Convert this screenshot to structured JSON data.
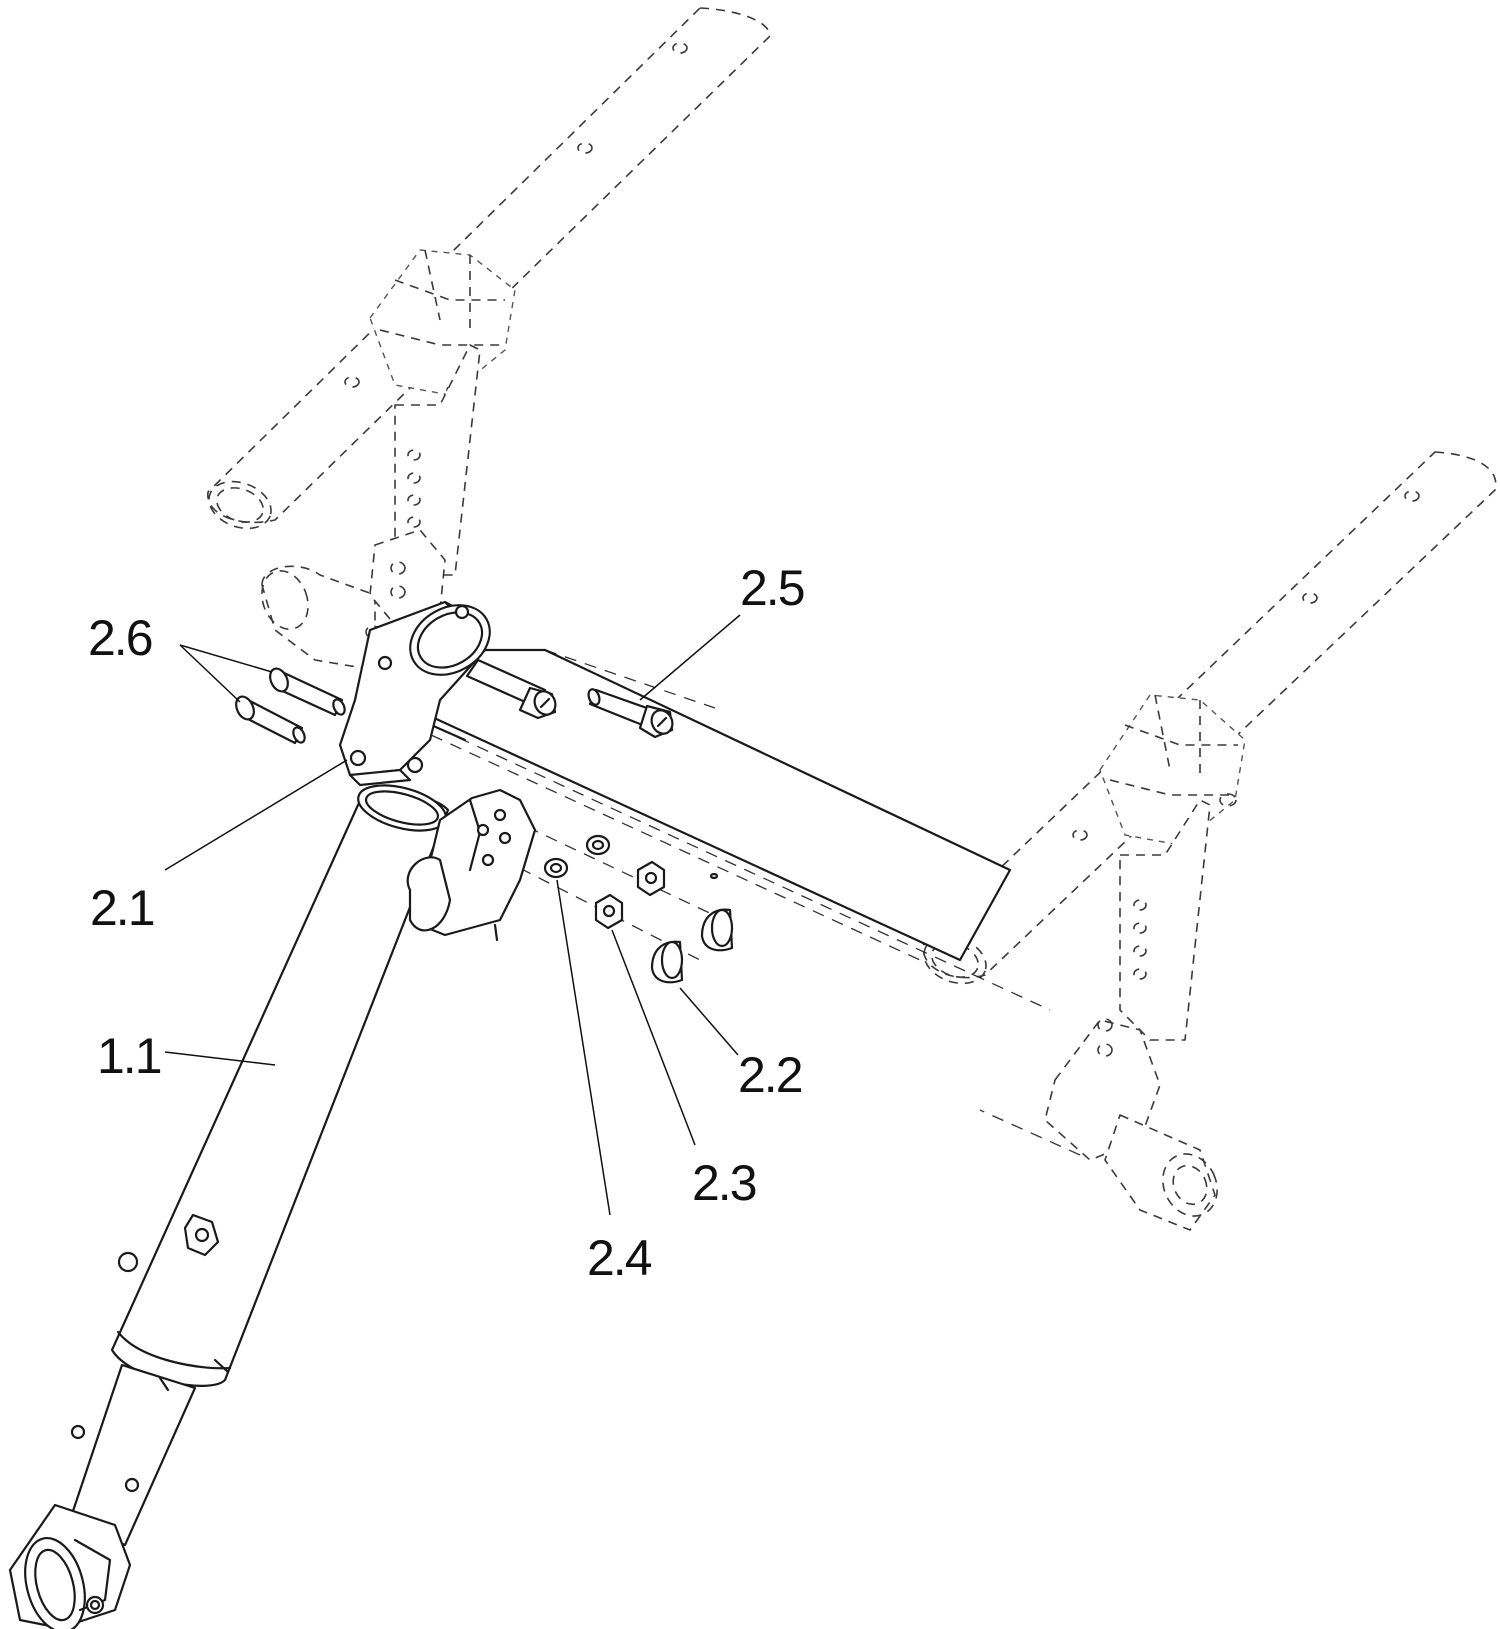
{
  "callouts": {
    "c_1_1": "1.1",
    "c_2_1": "2.1",
    "c_2_2": "2.2",
    "c_2_3": "2.3",
    "c_2_4": "2.4",
    "c_2_5": "2.5",
    "c_2_6": "2.6"
  },
  "colors": {
    "line": "#1a1a1a",
    "background": "#ffffff"
  }
}
